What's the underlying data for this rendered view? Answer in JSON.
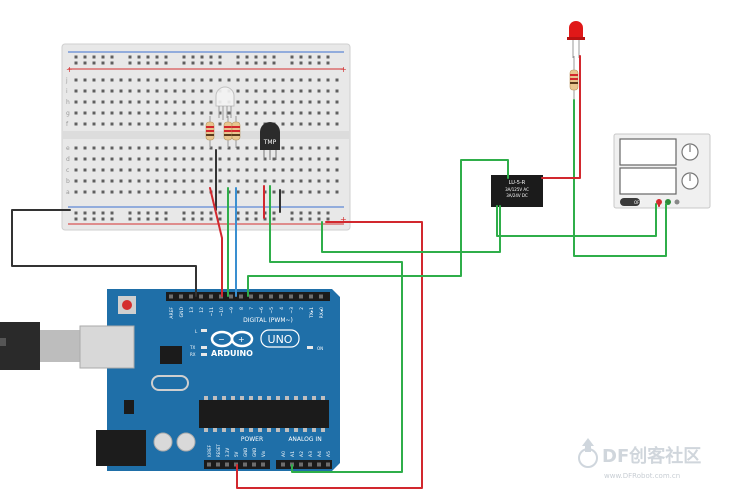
{
  "colors": {
    "board_blue": "#1f6fa8",
    "board_dark": "#175a8a",
    "breadboard": "#e9e9e9",
    "rail_red": "#d42f2f",
    "rail_blue": "#3b6fcf",
    "wire_red": "#d2282e",
    "wire_green": "#2fae4a",
    "wire_blue": "#3a8fd0",
    "wire_black": "#333333",
    "led_red": "#e01818"
  },
  "breadboard": {
    "rail_plus": "+",
    "rail_minus": "-",
    "row_letters_top": [
      "j",
      "i",
      "h",
      "g",
      "f"
    ],
    "row_letters_bottom": [
      "e",
      "d",
      "c",
      "b",
      "a"
    ]
  },
  "sensor": {
    "label": "TMP"
  },
  "relay": {
    "line1": "LU-5-R",
    "line2": "3A/125V AC",
    "line3": "3A/24V DC"
  },
  "power_supply": {
    "switch_label": "OFF"
  },
  "arduino": {
    "brand": "ARDUINO",
    "model": "UNO",
    "digital_label": "DIGITAL (PWM~)",
    "power_label": "POWER",
    "analog_label": "ANALOG IN",
    "on_label": "ON",
    "l_label": "L",
    "tx_label": "TX",
    "rx_label": "RX",
    "digital_pins": [
      "AREF",
      "GND",
      "13",
      "12",
      "~11",
      "~10",
      "~9",
      "8",
      "7",
      "~6",
      "~5",
      "4",
      "~3",
      "2",
      "TX▸1",
      "RX◂0"
    ],
    "power_pins": [
      "IOREF",
      "RESET",
      "3.3V",
      "5V",
      "GND",
      "GND",
      "Vin"
    ],
    "analog_pins": [
      "A0",
      "A1",
      "A2",
      "A3",
      "A4",
      "A5"
    ]
  },
  "watermark": {
    "name": "DF创客社区",
    "url": "www.DFRobot.com.cn"
  }
}
